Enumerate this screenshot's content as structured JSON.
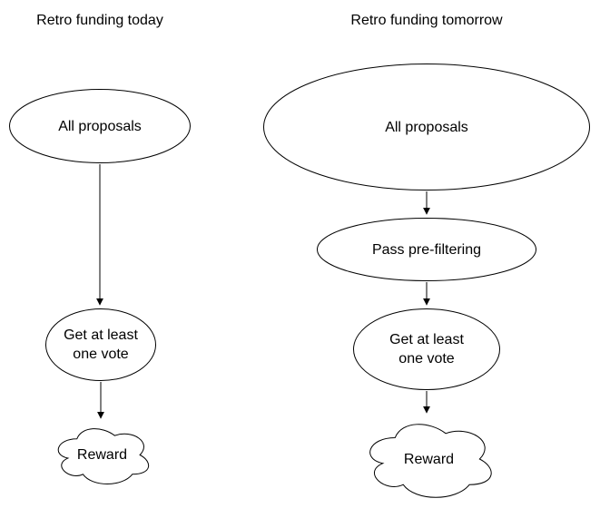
{
  "diagram": {
    "background_color": "#ffffff",
    "stroke_color": "#000000",
    "text_color": "#000000",
    "left": {
      "title": "Retro funding today",
      "nodes": {
        "all_proposals": "All proposals",
        "one_vote": "Get at least one vote",
        "reward": "Reward"
      }
    },
    "right": {
      "title": "Retro funding tomorrow",
      "nodes": {
        "all_proposals": "All proposals",
        "prefilter": "Pass pre-filtering",
        "one_vote": "Get at least one vote",
        "reward": "Reward"
      }
    }
  }
}
